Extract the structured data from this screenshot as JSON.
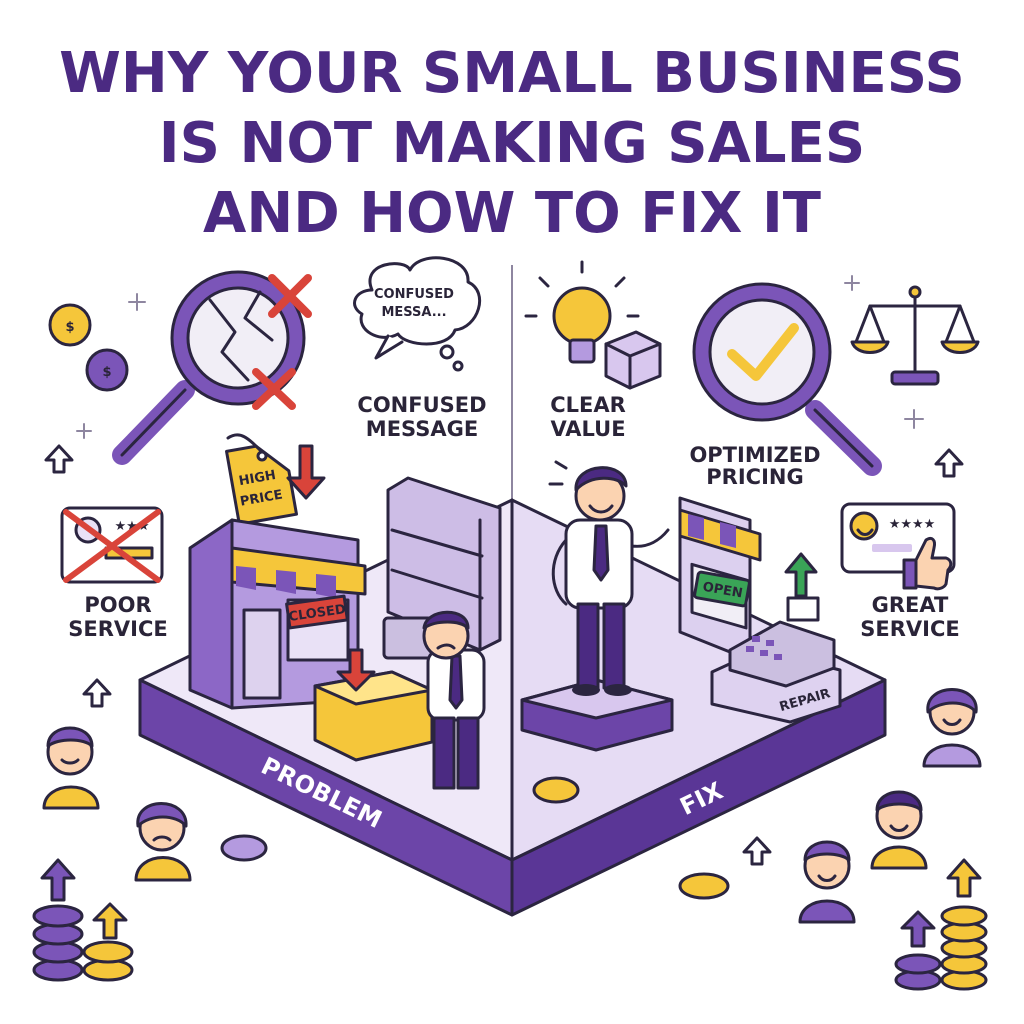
{
  "title": {
    "line1": "WHY YOUR SMALL BUSINESS",
    "line2": "IS NOT MAKING SALES",
    "line3": "AND HOW TO FIX IT"
  },
  "problem": {
    "platform_label": "PROBLEM",
    "bubble_line1": "CONFUSED",
    "bubble_line2": "MESSA...",
    "confused_line1": "CONFUSED",
    "confused_line2": "MESSAGE",
    "tag_line1": "HIGH",
    "tag_line2": "PRICE",
    "service_line1": "POOR",
    "service_line2": "SERVICE",
    "closed_sign": "CLOSED"
  },
  "fix": {
    "platform_label": "FIX",
    "value_line1": "CLEAR",
    "value_line2": "VALUE",
    "pricing_line1": "OPTIMIZED",
    "pricing_line2": "PRICING",
    "service_line1": "GREAT",
    "service_line2": "SERVICE",
    "open_sign": "OPEN",
    "register_label": "REPAIR"
  },
  "colors": {
    "purple_dark": "#4b2a82",
    "purple": "#7b55b8",
    "purple_light": "#e9e1f6",
    "yellow": "#f5c63a",
    "red": "#d9443a",
    "green": "#3aa457"
  },
  "icons": [
    "magnifier-broken-icon",
    "magnifier-check-icon",
    "lightbulb-icon",
    "scale-icon",
    "price-tag-icon",
    "coin-icon",
    "arrow-up-icon",
    "arrow-down-icon",
    "cross-icon",
    "thumbs-up-icon",
    "smiley-icon"
  ]
}
